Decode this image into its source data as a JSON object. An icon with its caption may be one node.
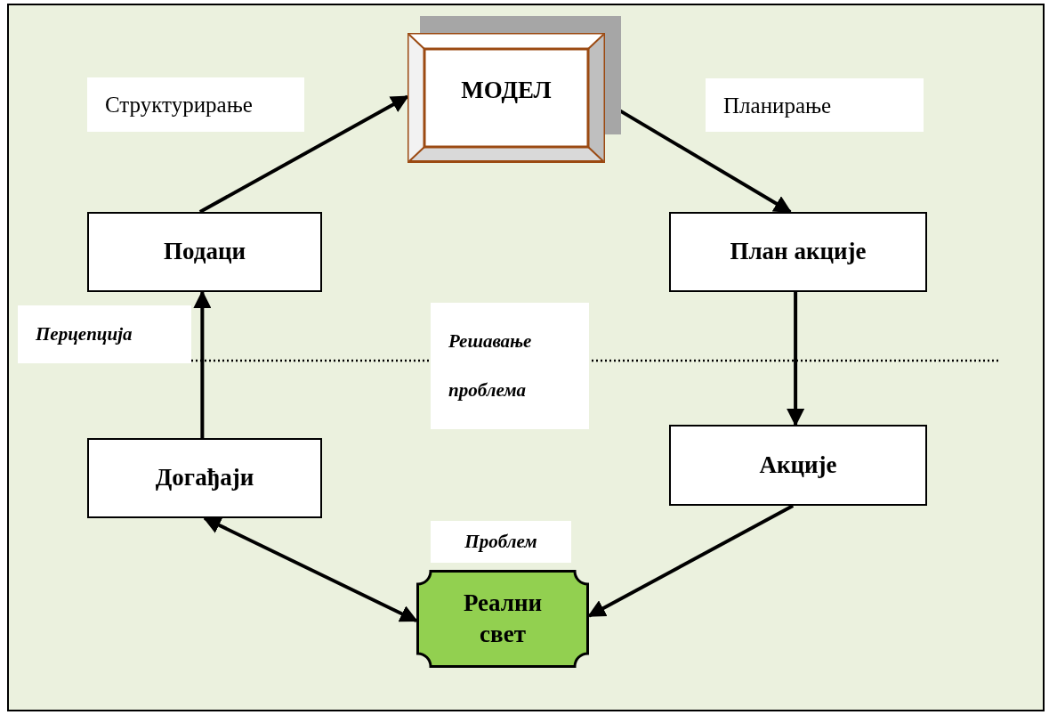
{
  "diagram": {
    "nodes": [
      {
        "text": [
          "МОДЕЛ"
        ]
      },
      {
        "text": [
          "Подаци"
        ]
      },
      {
        "text": [
          "План акције"
        ]
      },
      {
        "text": [
          "Догађаји"
        ]
      },
      {
        "text": [
          "Акције"
        ]
      },
      {
        "text": [
          "Реални свет"
        ],
        "beside": [
          "Проблем"
        ]
      }
    ],
    "edges": [
      {
        "from": 1,
        "to": 0,
        "arrow": "to"
      },
      {
        "from": 0,
        "to": 2,
        "arrow": "to"
      },
      {
        "from": 2,
        "to": 4,
        "arrow": "to"
      },
      {
        "from": 4,
        "to": 5,
        "arrow": "to"
      },
      {
        "from": 5,
        "to": 3,
        "arrow": "both"
      },
      {
        "from": 3,
        "to": 1,
        "arrow": "to"
      }
    ],
    "labels": [
      "Структурирање",
      "Планирање",
      "Перцепција",
      "Решавање проблема"
    ]
  }
}
